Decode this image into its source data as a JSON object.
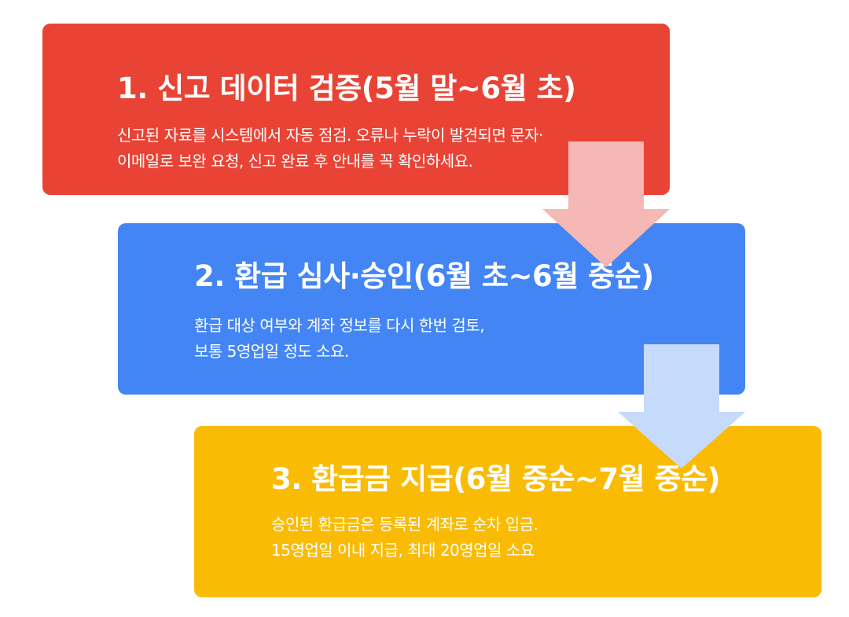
{
  "steps": [
    {
      "title": "1. 신고 데이터 검증(5월 말~6월 초)",
      "desc_line1": "신고된 자료를  시스템에서 자동 점검. 오류나 누락이 발견되면 문자·",
      "desc_line2": "이메일로 보완 요청, 신고 완료 후 안내를 꼭 확인하세요.",
      "color": "#E94335"
    },
    {
      "title": "2. 환급 심사·승인(6월 초~6월 중순)",
      "desc_line1": "환급 대상 여부와 계좌 정보를 다시 한번 검토,",
      "desc_line2": "보통 5영업일 정도 소요.",
      "color": "#4385F4"
    },
    {
      "title": "3. 환급금 지급(6월 중순~7월 중순)",
      "desc_line1": "승인된 환급금은 등록된 계좌로 순차 입금.",
      "desc_line2": "15영업일 이내 지급, 최대 20영업일 소요",
      "color": "#FABB05"
    }
  ],
  "arrows": [
    {
      "color": "#F5B8B4"
    },
    {
      "color": "#C6DAFB"
    }
  ]
}
